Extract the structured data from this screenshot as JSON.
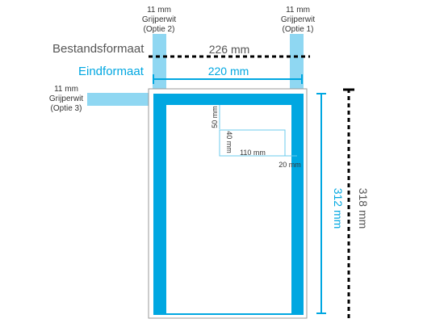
{
  "colors": {
    "accent": "#00a7e1",
    "margin_fill": "#8fd7f2",
    "bleed_fill": "#8fd7f2",
    "dark": "#000000",
    "grey_text": "#555555",
    "frame": "#999999",
    "box_line": "#6dcbec"
  },
  "labels": {
    "option2": {
      "line1": "11 mm",
      "line2": "Grijperwit",
      "line3": "(Optie 2)"
    },
    "option1": {
      "line1": "11 mm",
      "line2": "Grijperwit",
      "line3": "(Optie 1)"
    },
    "option3": {
      "line1": "11 mm",
      "line2": "Grijperwit",
      "line3": "(Optie 3)"
    },
    "bestandsformaat": "Bestandsformaat",
    "eindformaat": "Eindformaat",
    "width_file": "226 mm",
    "width_final": "220 mm",
    "height_final": "312 mm",
    "height_file": "318 mm",
    "dim_50": "50 mm",
    "dim_40": "40 mm",
    "dim_110": "110 mm",
    "dim_20": "20 mm"
  }
}
